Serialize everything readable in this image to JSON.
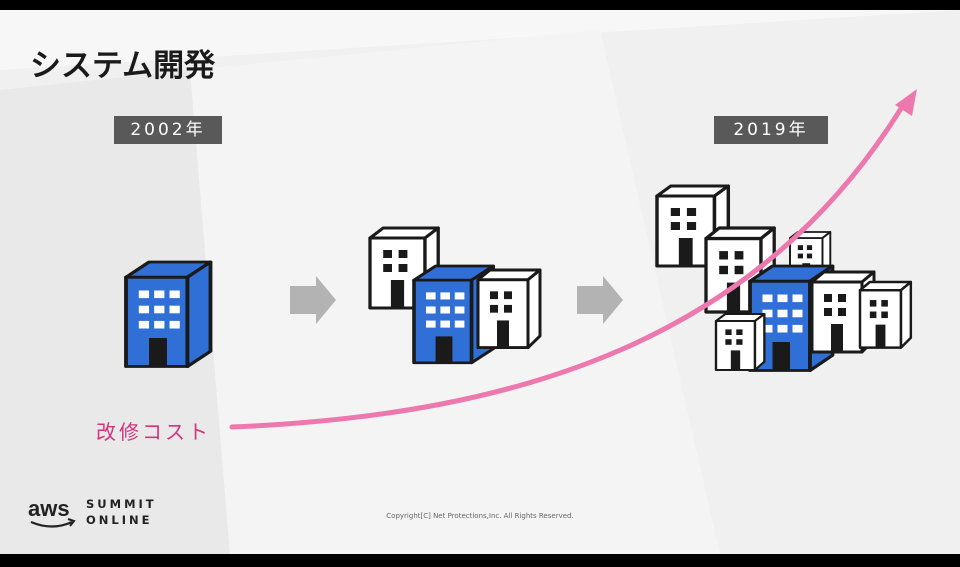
{
  "slide": {
    "title": "システム開発",
    "year_start": "2002年",
    "year_end": "2019年",
    "cost_label": "改修コスト",
    "footer": {
      "logo_text": "aws",
      "event_line1": "SUMMIT",
      "event_line2": "ONLINE",
      "copyright": "Copyright[C] Net Protections,Inc. All Rights Reserved."
    }
  },
  "colors": {
    "building_blue": "#2f6fd6",
    "arrow_gray": "#b3b3b3",
    "cost_curve": "#ec78ad",
    "label_bg": "#595959"
  },
  "icons": [
    "single-building-icon",
    "building-group-small-icon",
    "building-group-large-icon",
    "right-arrow-icon",
    "cost-curve-arrow"
  ]
}
